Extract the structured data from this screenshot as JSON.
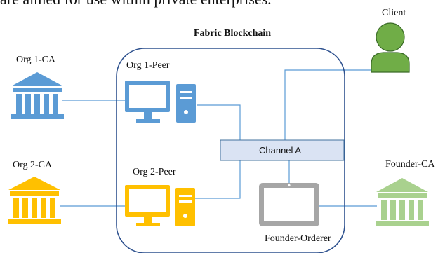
{
  "top_text": "are aimed for use within private enterprises.",
  "diagram": {
    "title": "Fabric Blockchain",
    "client_label": "Client",
    "org1_ca_label": "Org 1-CA",
    "org1_peer_label": "Org 1-Peer",
    "org2_ca_label": "Org 2-CA",
    "org2_peer_label": "Org 2-Peer",
    "channel_label": "Channel A",
    "founder_ca_label": "Founder-CA",
    "orderer_label": "Founder-Orderer"
  },
  "colors": {
    "org1": "#5b9bd5",
    "org2": "#ffc000",
    "founder": "#a9d18e",
    "client": "#70ad47",
    "orderer": "#a6a6a6",
    "channel": "#dae3f3",
    "network_border": "#2f528f",
    "line": "#5b9bd5"
  },
  "icons": {
    "org1_ca": "bank-icon",
    "org2_ca": "bank-icon",
    "founder_ca": "bank-icon",
    "org1_peer": "desktop-computer-icon",
    "org2_peer": "desktop-computer-icon",
    "orderer": "tablet-icon",
    "client": "user-icon"
  }
}
